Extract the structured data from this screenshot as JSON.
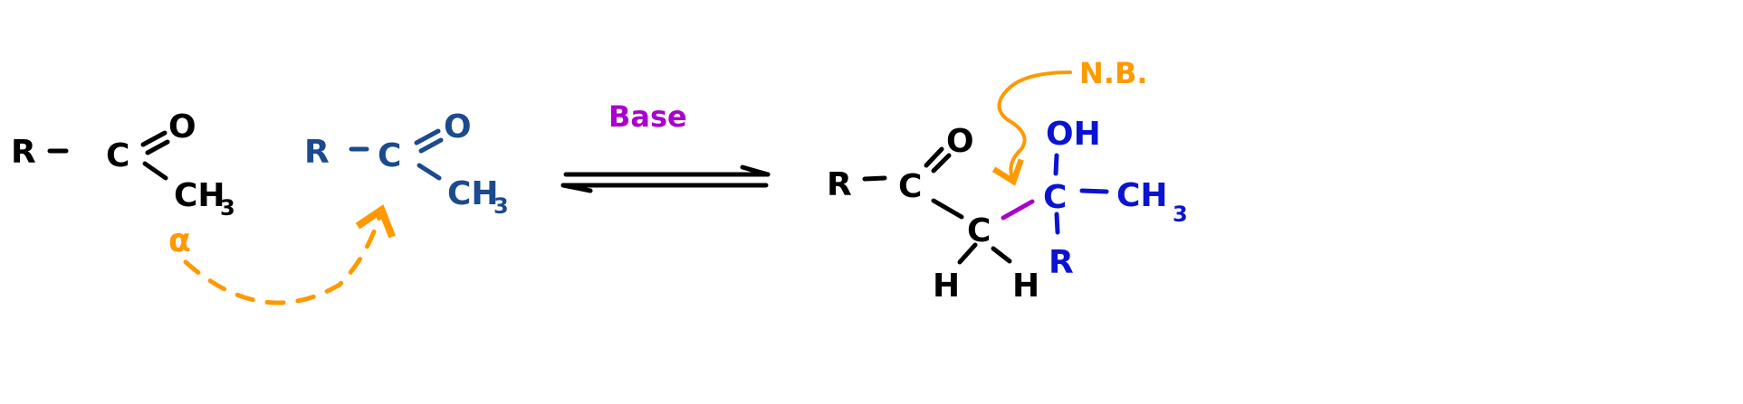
{
  "colors": {
    "reactant": "#000000",
    "second_molecule": "#1b4a8e",
    "product_added": "#0a14d0",
    "annotation": "#ff9900",
    "new_bond": "#aa00cc"
  },
  "reactant_1": {
    "r": "R",
    "c": "C",
    "o": "O",
    "ch": "CH",
    "sub3": "3",
    "alpha": "α"
  },
  "reactant_2": {
    "r": "R",
    "c": "C",
    "o": "O",
    "ch": "CH",
    "sub3": "3"
  },
  "reagent": {
    "label": "Base"
  },
  "product": {
    "r": "R",
    "c1": "C",
    "o": "O",
    "c2": "C",
    "h1": "H",
    "h2": "H",
    "c3": "C",
    "oh": "OH",
    "r2": "R",
    "ch": "CH",
    "sub3": "3",
    "note": "N.B."
  }
}
